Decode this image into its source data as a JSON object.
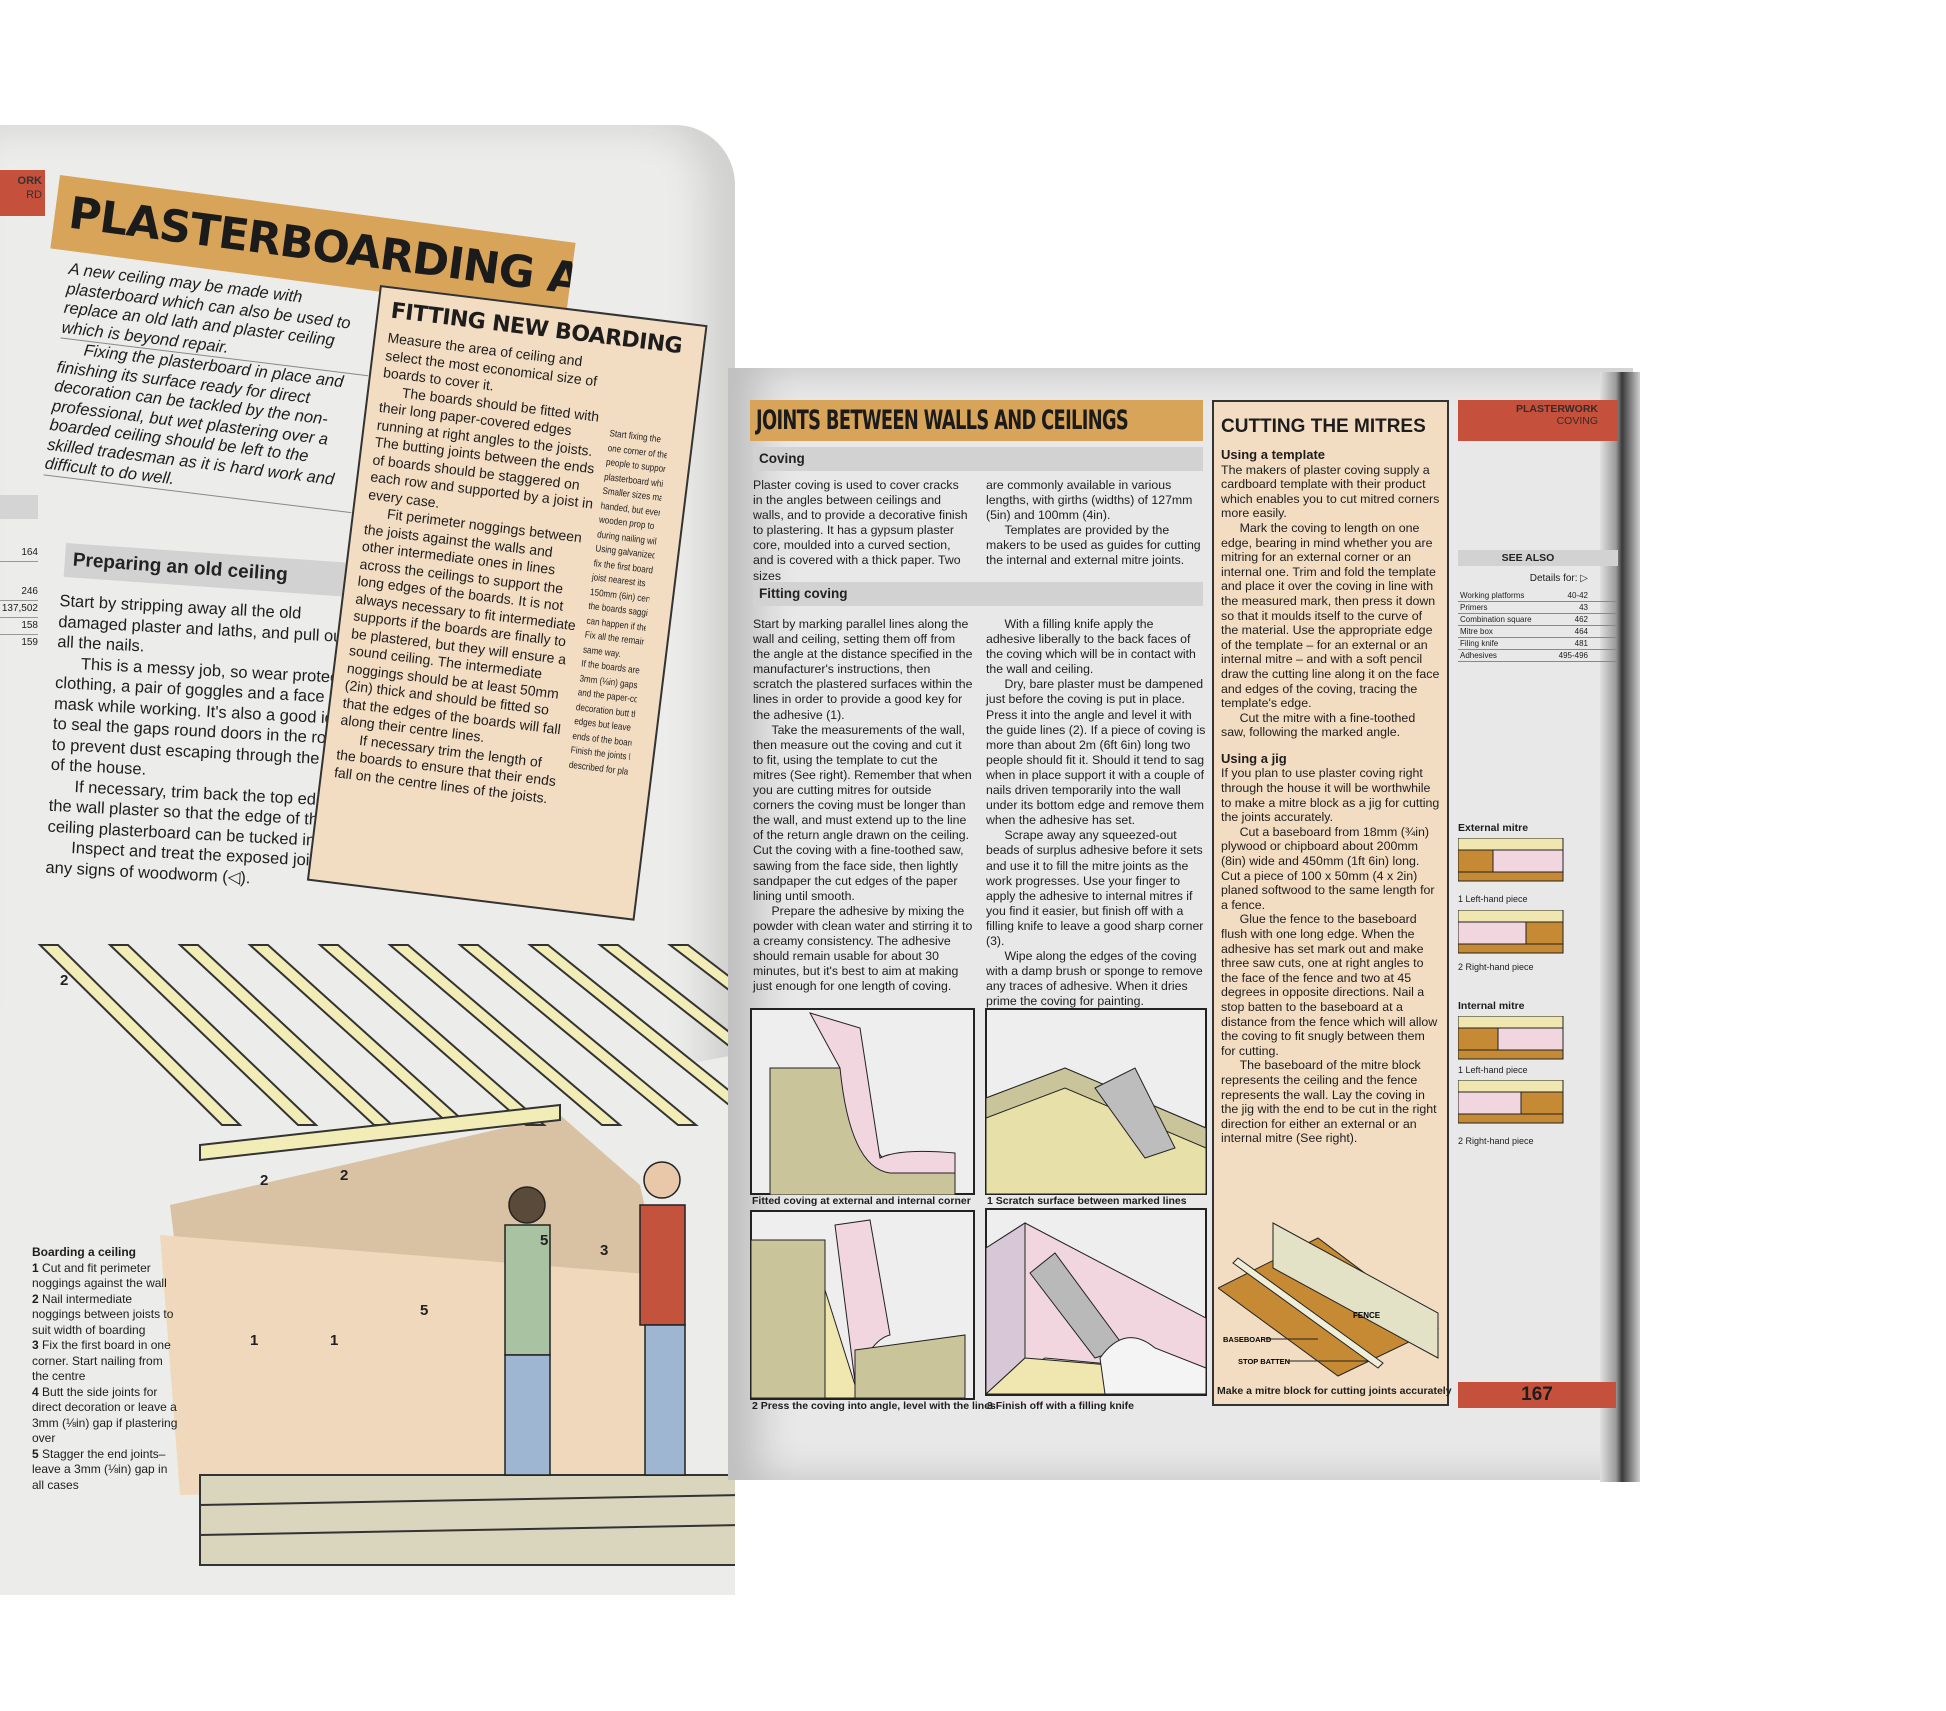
{
  "left_page": {
    "section_tab": [
      "ORK",
      "RD"
    ],
    "title": "PLASTERBOARDING A CEILING",
    "intro": [
      "A new ceiling may be made with plasterboard which can also be used to replace an old lath and plaster ceiling which is beyond repair.",
      "Fixing the plasterboard in place and finishing its surface ready for direct decoration can be tackled by the non-professional, but wet plastering over a boarded ceiling should be left to the skilled tradesman as it is hard work and difficult to do well."
    ],
    "prep_heading": "Preparing an old ceiling",
    "prep_text": [
      "Start by stripping away all the old damaged plaster and laths, and pull out all the nails.",
      "This is a messy job, so wear protective clothing, a pair of goggles and a face mask while working. It's also a good idea to seal the gaps round doors in the room to prevent dust escaping through the rest of the house.",
      "If necessary, trim back the top edge of the wall plaster so that the edge of the ceiling plasterboard can be tucked in.",
      "Inspect and treat the exposed joists for any signs of woodworm (◁)."
    ],
    "see_also_numbers": [
      "164",
      "246",
      "137,502",
      "158",
      "159"
    ],
    "boarding_box": {
      "title": "FITTING NEW BOARDING",
      "text": [
        "Measure the area of ceiling and select the most economical size of boards to cover it.",
        "The boards should be fitted with their long paper-covered edges running at right angles to the joists. The butting joints between the ends of boards should be staggered on each row and supported by a joist in every case.",
        "Fit perimeter noggings between the joists against the walls and other intermediate ones in lines across the ceilings to support the long edges of the boards. It is not always necessary to fit intermediate supports if the boards are finally to be plastered, but they will ensure a sound ceiling. The intermediate noggings should be at least 50mm (2in) thick and should be fitted so that the edges of the boards will fall along their centre lines.",
        "If necessary trim the length of the boards to ensure that their ends fall on the centre lines of the joists."
      ],
      "partial_column": [
        "Start fixing the",
        "one corner of the",
        "people to support",
        "plasterboard while",
        "Smaller sizes may be",
        "handed, but even",
        "wooden prop to",
        "during nailing will",
        "Using galvanized",
        "fix the first board,",
        "joist nearest its",
        "150mm (6in) centres",
        "the boards sagging",
        "can happen if their",
        "Fix all the remaining",
        "same way.",
        "If the boards are to",
        "3mm (⅛in) gaps",
        "and the paper-covered",
        "decoration butt the",
        "edges but leave 3mm",
        "ends of the boards.",
        "Finish the joints by",
        "described for plaster"
      ]
    },
    "illustration_labels": [
      "2",
      "2",
      "2",
      "5",
      "5",
      "3",
      "1",
      "1"
    ],
    "caption": {
      "title": "Boarding a ceiling",
      "items": [
        [
          "1",
          "Cut and fit perimeter noggings against the wall"
        ],
        [
          "2",
          "Nail intermediate noggings between joists to suit width of boarding"
        ],
        [
          "3",
          "Fix the first board in one corner. Start nailing from the centre"
        ],
        [
          "4",
          "Butt the side joints for direct decoration or leave a 3mm (⅛in) gap if plastering over"
        ],
        [
          "5",
          "Stagger the end joints– leave a 3mm (⅛in) gap in all cases"
        ]
      ]
    }
  },
  "right_page": {
    "title": "JOINTS BETWEEN WALLS AND CEILINGS",
    "coving_heading": "Coving",
    "coving_col1": [
      "Plaster coving is used to cover cracks in the angles between ceilings and walls, and to provide a decorative finish to plastering. It has a gypsum plaster core, moulded into a curved section, and is covered with a thick paper. Two sizes"
    ],
    "coving_col2": [
      "are commonly available in various lengths, with girths (widths) of 127mm (5in) and 100mm (4in).",
      "Templates are provided by the makers to be used as guides for cutting the internal and external mitre joints."
    ],
    "fitting_heading": "Fitting coving",
    "fitting_col1": [
      "Start by marking parallel lines along the wall and ceiling, setting them off from the angle at the distance specified in the manufacturer's instructions, then scratch the plastered surfaces within the lines in order to provide a good key for the adhesive (1).",
      "Take the measurements of the wall, then measure out the coving and cut it to fit, using the template to cut the mitres (See right). Remember that when you are cutting mitres for outside corners the coving must be longer than the wall, and must extend up to the line of the return angle drawn on the ceiling. Cut the coving with a fine-toothed saw, sawing from the face side, then lightly sandpaper the cut edges of the paper lining until smooth.",
      "Prepare the adhesive by mixing the powder with clean water and stirring it to a creamy consistency. The adhesive should remain usable for about 30 minutes, but it's best to aim at making just enough for one length of coving."
    ],
    "fitting_col2": [
      "With a filling knife apply the adhesive liberally to the back faces of the coving which will be in contact with the wall and ceiling.",
      "Dry, bare plaster must be dampened just before the coving is put in place. Press it into the angle and level it with the guide lines (2). If a piece of coving is more than about 2m (6ft 6in) long two people should fit it. Should it tend to sag when in place support it with a couple of nails driven temporarily into the wall under its bottom edge and remove them when the adhesive has set.",
      "Scrape away any squeezed-out beads of surplus adhesive before it sets and use it to fill the mitre joints as the work progresses. Use your finger to apply the adhesive to internal mitres if you find it easier, but finish off with a filling knife to leave a good sharp corner (3).",
      "Wipe along the edges of the coving with a damp brush or sponge to remove any traces of adhesive. When it dries prime the coving for painting."
    ],
    "figure_captions": [
      "Fitted coving at external and internal corner",
      "1 Scratch surface between marked lines",
      "2 Press the coving into angle, level with the lines",
      "3 Finish off with a filling knife"
    ],
    "mitres_box": {
      "title": "CUTTING THE MITRES",
      "template_heading": "Using a template",
      "template_text": [
        "The makers of plaster coving supply a cardboard template with their product which enables you to cut mitred corners more easily.",
        "Mark the coving to length on one edge, bearing in mind whether you are mitring for an external corner or an internal one. Trim and fold the template and place it over the coving in line with the measured mark, then press it down so that it moulds itself to the curve of the material. Use the appropriate edge of the template – for an external or an internal mitre – and with a soft pencil draw the cutting line along it on the face and edges of the coving, tracing the template's edge.",
        "Cut the mitre with a fine-toothed saw, following the marked angle."
      ],
      "jig_heading": "Using a jig",
      "jig_text": [
        "If you plan to use plaster coving right through the house it will be worthwhile to make a mitre block as a jig for cutting the joints accurately.",
        "Cut a baseboard from 18mm (¾in) plywood or chipboard about 200mm (8in) wide and 450mm (1ft 6in) long. Cut a piece of 100 x 50mm (4 x 2in) planed softwood to the same length for a fence.",
        "Glue the fence to the baseboard flush with one long edge. When the adhesive has set mark out and make three saw cuts, one at right angles to the face of the fence and two at 45 degrees in opposite directions. Nail a stop batten to the baseboard at a distance from the fence which will allow the coving to fit snugly between them for cutting.",
        "The baseboard of the mitre block represents the ceiling and the fence represents the wall. Lay the coving in the jig with the end to be cut in the right direction for either an external or an internal mitre (See right)."
      ],
      "diagram_labels": {
        "fence": "FENCE",
        "baseboard": "BASEBOARD",
        "stop_batten": "STOP BATTEN"
      },
      "caption": "Make a mitre block for cutting joints accurately"
    },
    "sidebar": {
      "section": "PLASTERWORK",
      "subsection": "COVING",
      "see_also": "SEE ALSO",
      "details_for": "Details for: ▷",
      "rows": [
        [
          "Working platforms",
          "40-42"
        ],
        [
          "Primers",
          "43"
        ],
        [
          "Combination square",
          "462"
        ],
        [
          "Mitre box",
          "464"
        ],
        [
          "Filing knife",
          "481"
        ],
        [
          "Adhesives",
          "495-496"
        ]
      ],
      "external_mitre": "External mitre",
      "internal_mitre": "Internal mitre",
      "left_piece": "1 Left-hand piece",
      "right_piece": "2 Right-hand piece"
    },
    "page_number": "167"
  },
  "colors": {
    "title_band": "#d7a45a",
    "section_red": "#c5503b",
    "box_beige": "#f3ddc2",
    "coving_pink": "#f1d6df",
    "plaster_khaki": "#c9c49a",
    "wood_brown": "#c68a34"
  }
}
